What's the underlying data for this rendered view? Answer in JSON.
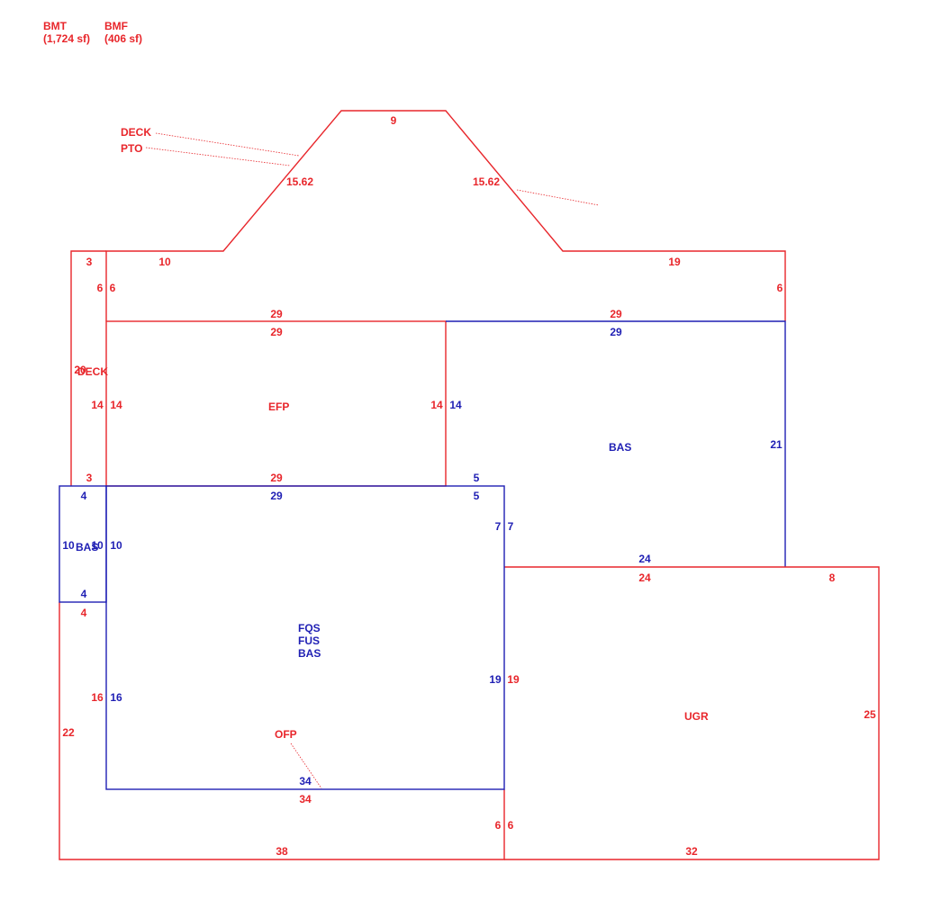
{
  "summary": {
    "bmt_code": "BMT",
    "bmt_area": "(1,724 sf)",
    "bmf_code": "BMF",
    "bmf_area": "(406 sf)"
  },
  "area_labels": {
    "deck_callout": "DECK",
    "pto_callout": "PTO",
    "deck_left": "DECK",
    "efp": "EFP",
    "bas_upper": "BAS",
    "bas_left": "BAS",
    "fqs": "FQS",
    "fus": "FUS",
    "bas_main": "BAS",
    "ofp": "OFP",
    "ugr": "UGR"
  },
  "dimensions": {
    "top_9": "9",
    "slope_left": "15.62",
    "slope_right": "15.62",
    "deck_3_top": "3",
    "deck_10": "10",
    "deck_19": "19",
    "deck_6a": "6",
    "deck_6b": "6",
    "deck_6_right": "6",
    "deck_29_left": "29",
    "deck_29_right": "29",
    "efp_29_top": "29",
    "bas_29_top": "29",
    "left_20": "20",
    "efp_14_left_out": "14",
    "efp_14_left_in": "14",
    "efp_14_right": "14",
    "bas_14_left": "14",
    "bas_21": "21",
    "deck_3_bottom": "3",
    "efp_29_bottom": "29",
    "bas_5_top": "5",
    "bas_left_4_top": "4",
    "main_29_top": "29",
    "main_5": "5",
    "bas_left_10_out": "10",
    "bas_left_10_in": "10",
    "main_10": "10",
    "main_7": "7",
    "ugr_7": "7",
    "bas_24": "24",
    "ugr_24": "24",
    "ugr_8": "8",
    "bas_left_4_bottom": "4",
    "ofp_4": "4",
    "main_19": "19",
    "ugr_19": "19",
    "ofp_16": "16",
    "main_16": "16",
    "ugr_25": "25",
    "ofp_22": "22",
    "main_34": "34",
    "ofp_34": "34",
    "ofp_6": "6",
    "ugr_6": "6",
    "ofp_38": "38",
    "ugr_32": "32"
  },
  "colors": {
    "red": "#e8262b",
    "blue": "#1f1fb4"
  }
}
